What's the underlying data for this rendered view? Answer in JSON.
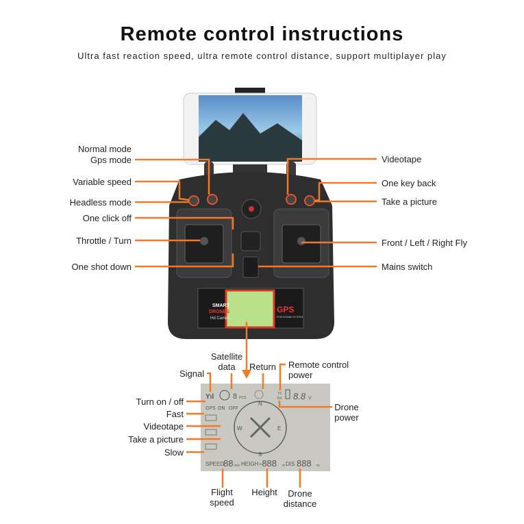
{
  "header": {
    "title": "Remote control instructions",
    "subtitle": "Ultra fast reaction speed, ultra remote control distance, support multiplayer play"
  },
  "controller": {
    "left_labels": [
      "Normal mode",
      "Gps mode",
      "Variable speed",
      "Headless mode",
      "One click off",
      "Throttle / Turn",
      "One shot down"
    ],
    "right_labels": [
      "Videotape",
      "One key back",
      "Take a picture",
      "Front / Left / Right Fly",
      "Mains switch"
    ],
    "panel": {
      "brand_line1": "SMART",
      "brand_line2": "DRONES",
      "brand_line3": "Hd Camera",
      "gps": "GPS",
      "gps_sub": "POSITIONING SYSTEM"
    }
  },
  "lcd": {
    "top_labels": {
      "signal": "Signal",
      "satellite": "Satellite data",
      "return": "Return",
      "remote_power": "Remote control power",
      "drone_power": "Drone power"
    },
    "left_labels": [
      "Turn on / off",
      "Fast",
      "Videotape",
      "Take a picture",
      "Slow"
    ],
    "bottom_labels": [
      "Flight speed",
      "Height",
      "Drone distance"
    ],
    "screen": {
      "gps": "GPS",
      "on": "ON",
      "off": "OFF",
      "sat_count": "8",
      "pcs": "PCS",
      "tx": "TX",
      "rx": "RX",
      "volt": "8.8",
      "v": "V",
      "n": "N",
      "s": "S",
      "e": "E",
      "w": "W",
      "speed": "SPEED",
      "speed_val": "88",
      "speed_unit": "m/s",
      "height": "HEIGH",
      "height_val": "-888",
      "height_unit": "m",
      "dis": "DIS",
      "dis_val": "888",
      "dis_unit": "m"
    }
  },
  "colors": {
    "accent": "#f07a28",
    "body": "#2e2e2e",
    "lcd": "#c9c9c2",
    "screen": "#b9e08a"
  }
}
